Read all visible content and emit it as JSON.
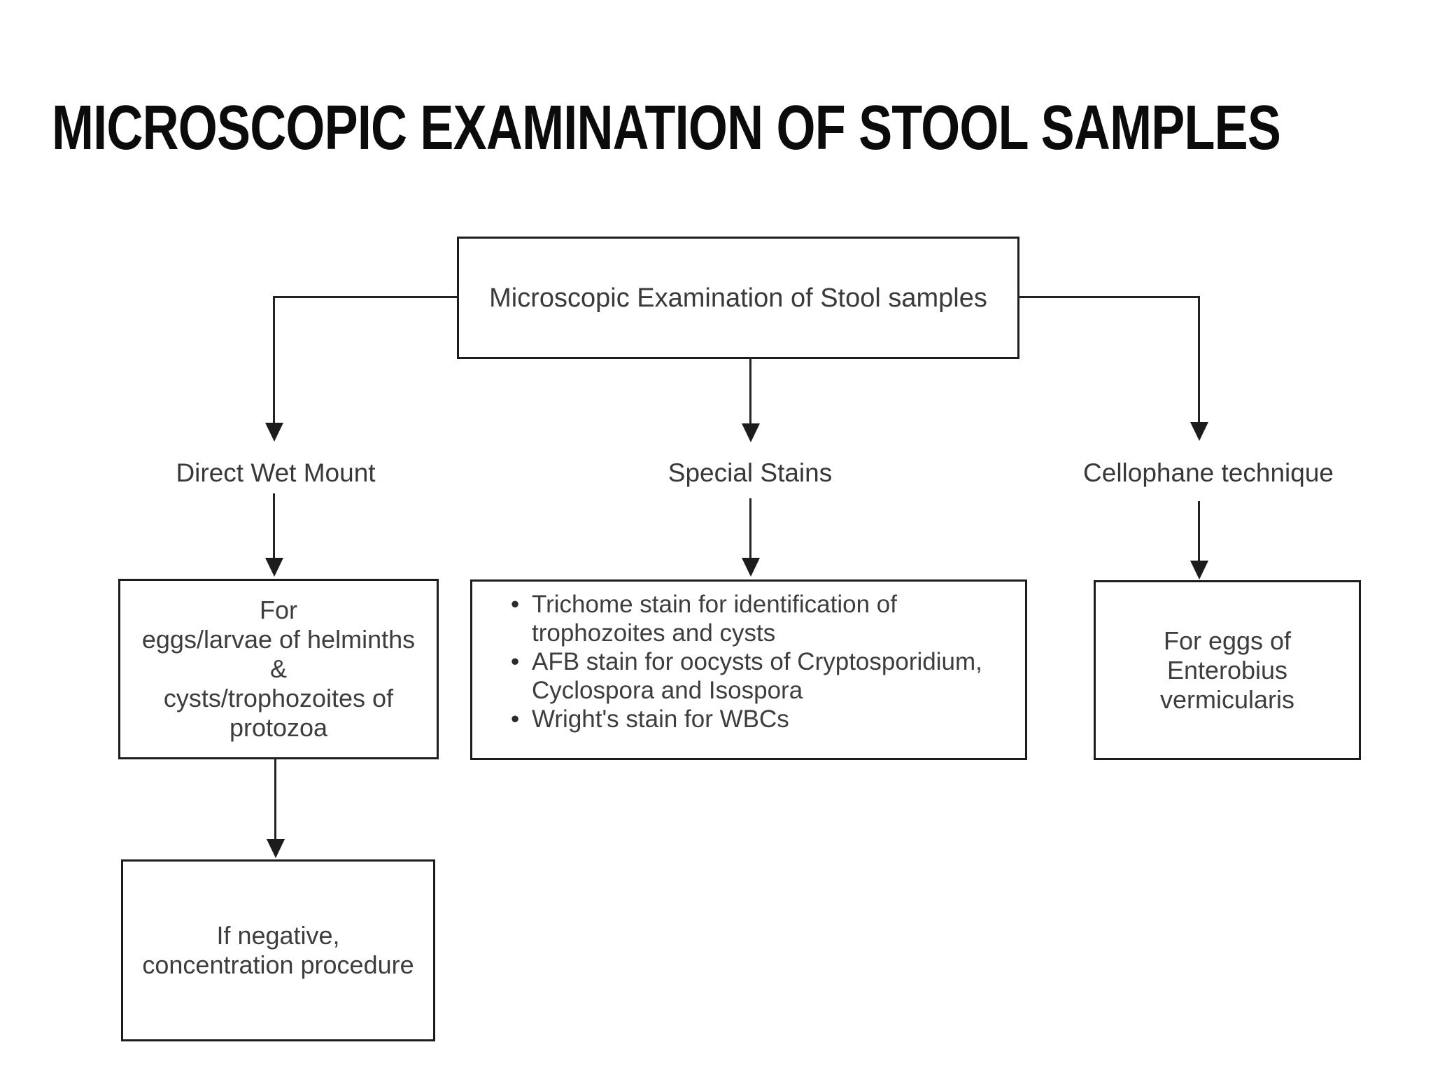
{
  "title": "MICROSCOPIC EXAMINATION OF STOOL SAMPLES",
  "diagram": {
    "root": {
      "label": "Microscopic Examination of Stool samples"
    },
    "branches": {
      "direct_wet_mount": {
        "label": "Direct Wet Mount",
        "box_lines": [
          "For",
          "eggs/larvae of helminths",
          "&",
          "cysts/trophozoites of",
          "protozoa"
        ],
        "followup_lines": [
          "If negative,",
          "concentration procedure"
        ]
      },
      "special_stains": {
        "label": "Special Stains",
        "bullets": [
          "Trichome stain for identification of trophozoites and cysts",
          "AFB stain for oocysts of Cryptosporidium, Cyclospora and Isospora",
          "Wright's stain for WBCs"
        ]
      },
      "cellophane_technique": {
        "label": "Cellophane technique",
        "box_lines": [
          "For eggs of",
          "Enterobius",
          "vermicularis"
        ]
      }
    }
  },
  "colors": {
    "background": "#ffffff",
    "line": "#222222",
    "border": "#1c1c1c",
    "text": "#3d3d3d",
    "title": "#0b0b0b"
  }
}
